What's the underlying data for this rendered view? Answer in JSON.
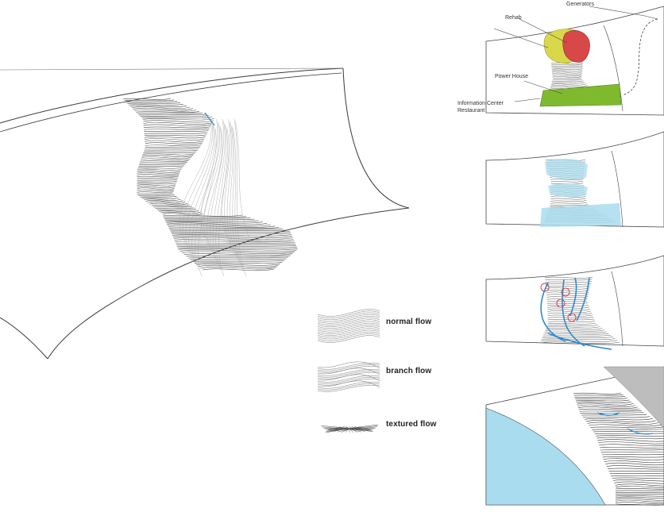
{
  "colors": {
    "stroke": "#3a3a3a",
    "flow_line": "#4a4a4a",
    "rehab_yellow": "#d8d84a",
    "rehab_red": "#d94848",
    "powerhouse_green": "#7fba2e",
    "water_blue": "#a9dcef",
    "water_blue_dark": "#2f8ac9",
    "marker_red": "#d0464a",
    "roof_gray": "#bdbdbd"
  },
  "panel1": {
    "labels": {
      "generators": "Generators",
      "rehab": "Rehab",
      "power_house": "Power House",
      "info_center": "Information Center",
      "restaurant": "Restaurant"
    }
  },
  "legend": {
    "items": [
      {
        "label": "normal flow"
      },
      {
        "label": "branch flow"
      },
      {
        "label": "textured flow"
      }
    ]
  }
}
